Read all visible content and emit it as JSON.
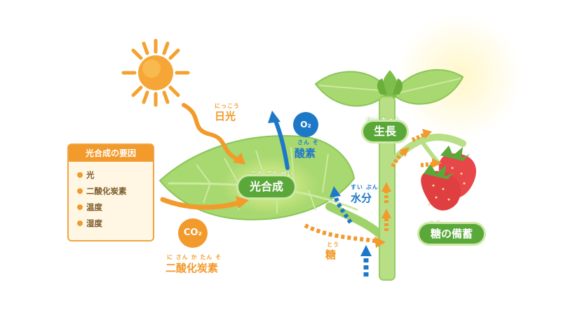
{
  "factors": {
    "title": "光合成の要因",
    "items": [
      "光",
      "二酸化炭素",
      "温度",
      "湿度"
    ]
  },
  "labels": {
    "sunlight": {
      "text": "日光",
      "ruby": "にっこう"
    },
    "photosynthesis": {
      "text": "光合成",
      "ruby": "こう ごう せい"
    },
    "oxygen": {
      "text": "酸素",
      "ruby": "さん そ",
      "symbol": "O₂"
    },
    "co2": {
      "text": "二酸化炭素",
      "ruby": "に さん か たん そ",
      "symbol": "CO₂"
    },
    "sugar": {
      "text": "糖",
      "ruby": "とう"
    },
    "water": {
      "text": "水分",
      "ruby": "すい ぶん"
    },
    "growth": {
      "text": "生長",
      "ruby": "せい ちょう"
    },
    "storage": {
      "text": "糖の備蓄",
      "ruby": "とう"
    }
  },
  "colors": {
    "orange": "#f29a2b",
    "blue": "#1e78c8",
    "green": "#5aa83a",
    "leaf": "#9fd36a"
  }
}
